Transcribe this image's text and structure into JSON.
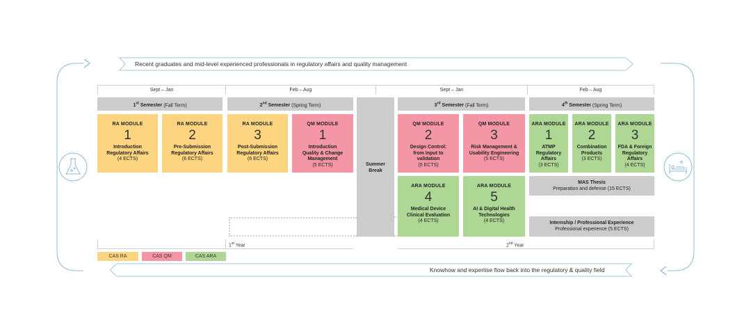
{
  "top_banner": "Recent graduates and mid-level experienced professionals in regulatory affairs and quality management",
  "bottom_banner": "Knowhow and expertise flow back into the regulatory & quality field",
  "periods": [
    "Sept – Jan",
    "Feb – Aug",
    "Sept – Jan",
    "Feb – Aug"
  ],
  "semesters": [
    {
      "ord": "1",
      "sup": "st",
      "label": " Semester",
      "term": " (Fall Term)"
    },
    {
      "ord": "2",
      "sup": "nd",
      "label": " Semester",
      "term": " (Spring Term)"
    },
    {
      "ord": "3",
      "sup": "rd",
      "label": " Semester",
      "term": " (Fall Term)"
    },
    {
      "ord": "4",
      "sup": "th",
      "label": " Semester",
      "term": " (Spring Term)"
    }
  ],
  "summer_break": [
    "Summer",
    "Break"
  ],
  "modules": [
    {
      "type": "RA MODULE",
      "num": "1",
      "title": [
        "Introduction",
        "Regulatory Affairs"
      ],
      "ects": "(4 ECTS)"
    },
    {
      "type": "RA MODULE",
      "num": "2",
      "title": [
        "Pre-Submission",
        "Regulatory Affairs"
      ],
      "ects": "(6 ECTS)"
    },
    {
      "type": "RA MODULE",
      "num": "3",
      "title": [
        "Post-Submission",
        "Regulatory Affairs"
      ],
      "ects": "(6 ECTS)"
    },
    {
      "type": "QM MODULE",
      "num": "1",
      "title": [
        "Introduction",
        "Quality & Change",
        "Management"
      ],
      "ects": "(5 ECTS)"
    },
    {
      "type": "QM MODULE",
      "num": "2",
      "title": [
        "Design Control:",
        "from Input to",
        "validation"
      ],
      "ects": "(5 ECTS)"
    },
    {
      "type": "QM MODULE",
      "num": "3",
      "title": [
        "Risk Management &",
        "Usability Engineering"
      ],
      "ects": "(5 ECTS)"
    },
    {
      "type": "ARA MODULE",
      "num": "1",
      "title": [
        "ATMP",
        "Regulatory",
        "Affairs"
      ],
      "ects": "(3 ECTS)"
    },
    {
      "type": "ARA MODULE",
      "num": "2",
      "title": [
        "Combination",
        "Products"
      ],
      "ects": "(3 ECTS)"
    },
    {
      "type": "ARA MODULE",
      "num": "3",
      "title": [
        "FDA & Foreign",
        "Regulatory",
        "Affairs"
      ],
      "ects": "(4 ECTS)"
    },
    {
      "type": "ARA MODULE",
      "num": "4",
      "title": [
        "Medical Device",
        "Clinical Evaluation"
      ],
      "ects": "(4 ECTS)"
    },
    {
      "type": "ARA MODULE",
      "num": "5",
      "title": [
        "AI & Digital Health",
        "Technologies"
      ],
      "ects": "(4 ECTS)"
    }
  ],
  "thesis": {
    "title": "MAS Thesis",
    "desc": "Preparation and defense (15 ECTS)"
  },
  "internship": {
    "title": "Internship / Professional Experience",
    "desc": "Professional experience (5 ECTS)"
  },
  "years": [
    {
      "num": "1",
      "sup": "st",
      "label": " Year"
    },
    {
      "num": "2",
      "sup": "nd",
      "label": " Year"
    }
  ],
  "legend": [
    "CAS RA",
    "CAS QM",
    "CAS ARA"
  ],
  "colors": {
    "ra": "#fdd47f",
    "qm": "#f596a7",
    "ara": "#aed796",
    "gray": "#cccccc",
    "line": "#8fb9dc"
  },
  "icons": [
    "flask-icon",
    "hospital-bed-icon"
  ]
}
